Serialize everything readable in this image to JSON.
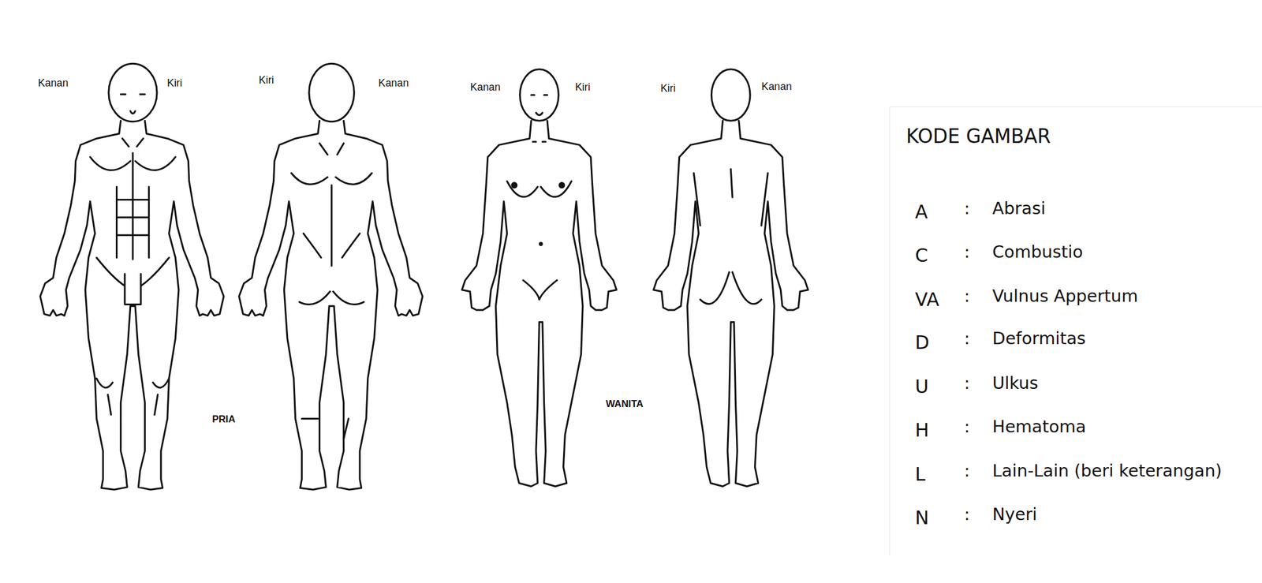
{
  "diagram": {
    "nodes": [
      {
        "text": [
          "KODE GAMBAR"
        ]
      }
    ],
    "labels": [
      "Kanan",
      "Kiri",
      "Kiri",
      "Kanan",
      "Kanan",
      "Kiri",
      "Kiri",
      "Kanan",
      "PRIA",
      "WANITA",
      "A",
      ":",
      "Abrasi",
      "C",
      ":",
      "Combustio",
      "VA",
      ":",
      "Vulnus Appertum",
      "D",
      ":",
      "Deformitas",
      "U",
      ":",
      "Ulkus",
      "H",
      ":",
      "Hematoma",
      "L",
      ":",
      "Lain-Lain (beri keterangan)",
      "N",
      ":",
      "Nyeri"
    ]
  }
}
